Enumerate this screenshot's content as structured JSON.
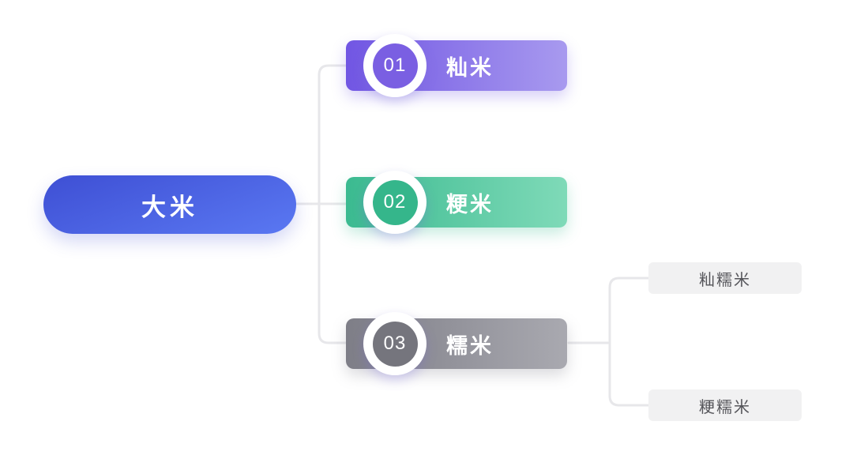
{
  "diagram": {
    "title": "rice-types-mindmap",
    "connector_color": "#e7e7ea",
    "child_bg": "#f1f1f2",
    "root": {
      "label": "大米",
      "color_from": "#3e4fd4",
      "color_to": "#5a78f2"
    },
    "branches": [
      {
        "number": "01",
        "label": "籼米",
        "color_from": "#7156e3",
        "color_to": "#a89aef",
        "badge_color": "#7a5fe2",
        "children": []
      },
      {
        "number": "02",
        "label": "粳米",
        "color_from": "#3bba90",
        "color_to": "#7fdab8",
        "badge_color": "#35b68b",
        "children": []
      },
      {
        "number": "03",
        "label": "糯米",
        "color_from": "#7e7e87",
        "color_to": "#a9a9b0",
        "badge_color": "#75757d",
        "children": [
          {
            "label": "籼糯米"
          },
          {
            "label": "粳糯米"
          }
        ]
      }
    ]
  }
}
